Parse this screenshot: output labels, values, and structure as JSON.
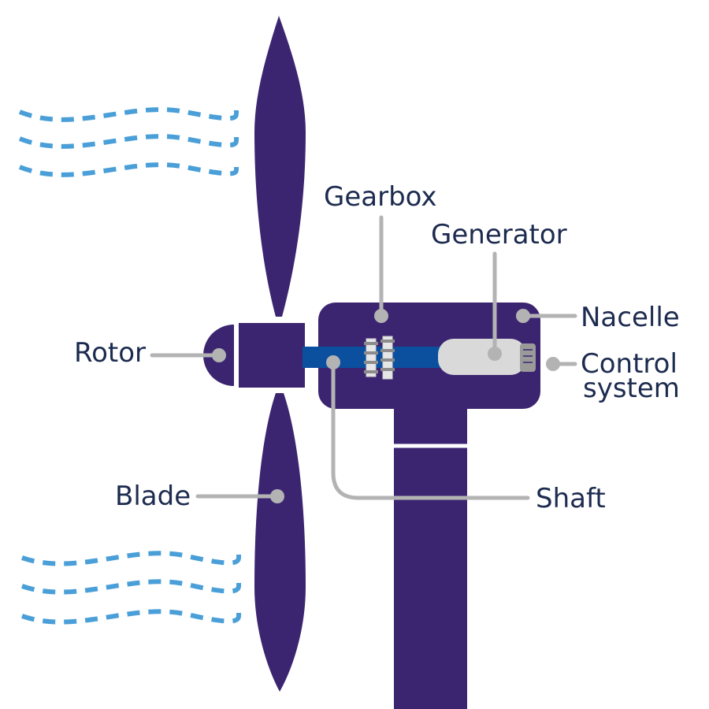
{
  "labels": {
    "gearbox": "Gearbox",
    "generator": "Generator",
    "nacelle": "Nacelle",
    "rotor": "Rotor",
    "control_line1": "Control",
    "control_line2": "system",
    "blade": "Blade",
    "shaft": "Shaft"
  },
  "colors": {
    "turbine": "#3c2570",
    "shaft": "#0b4f9f",
    "wind": "#4a9fd8",
    "leader": "#b3b3b3",
    "generator": "#d9d9d9",
    "text": "#1c2b4f"
  }
}
